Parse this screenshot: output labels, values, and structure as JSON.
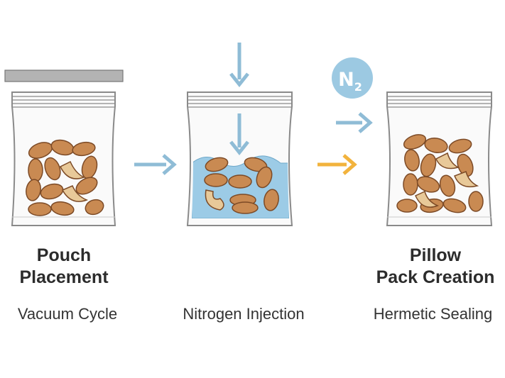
{
  "steps": [
    {
      "title_line1": "Pouch",
      "title_line2": "Placement",
      "caption": "Vacuum Cycle"
    },
    {
      "title_line1": "",
      "title_line2": "",
      "caption": "Nitrogen Injection"
    },
    {
      "title_line1": "Pillow",
      "title_line2": "Pack Creation",
      "caption": "Hermetic Sealing"
    }
  ],
  "gas_badge": {
    "symbol": "N",
    "subscript": "2"
  },
  "colors": {
    "arrow_blue": "#8fbcd6",
    "arrow_orange": "#f2b33d",
    "badge_fill": "#9cc9e2",
    "liquid": "#9ccbe6",
    "almond": "#c98a52",
    "almond_dark": "#7c4a26",
    "cashew": "#e8c999",
    "pouch_outline": "#8a8a8a",
    "lid_bar": "#b3b3b3"
  },
  "icons": [
    "pouch-icon",
    "arrow-right-icon",
    "arrow-down-icon",
    "nitrogen-badge-icon"
  ]
}
